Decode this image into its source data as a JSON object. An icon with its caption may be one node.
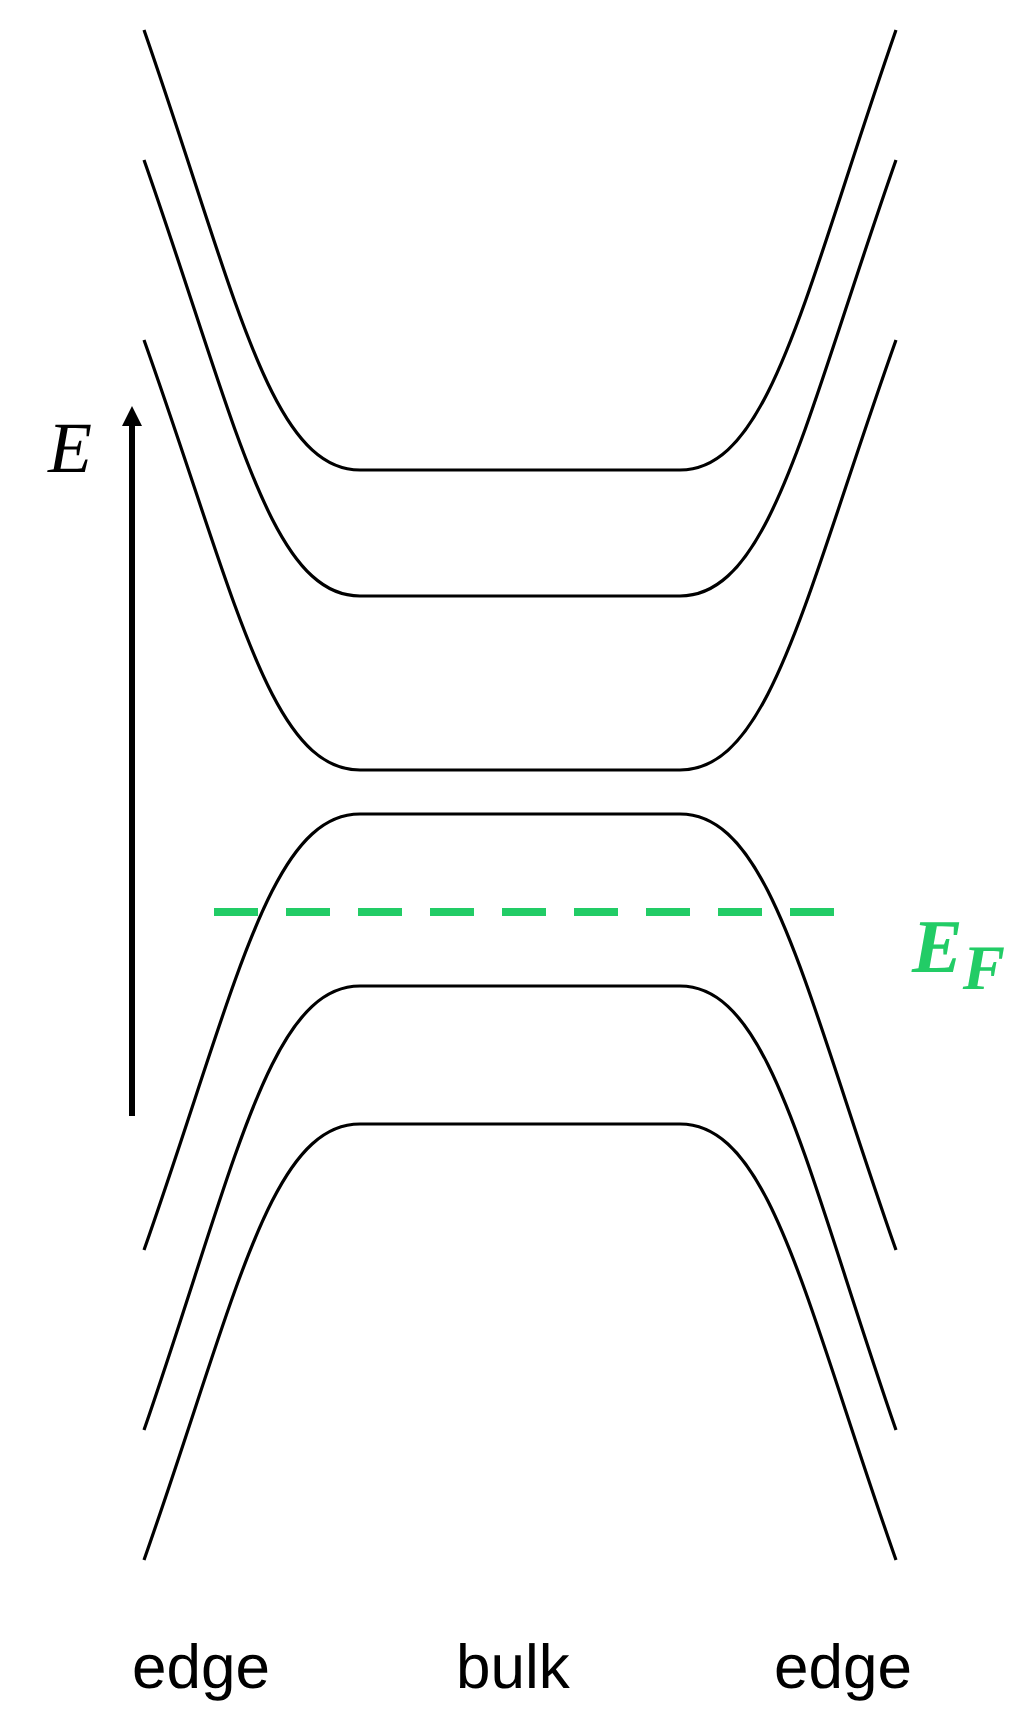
{
  "diagram": {
    "labels": [
      "E",
      "E$_{F}$",
      "edge",
      "bulk",
      "edge"
    ]
  }
}
